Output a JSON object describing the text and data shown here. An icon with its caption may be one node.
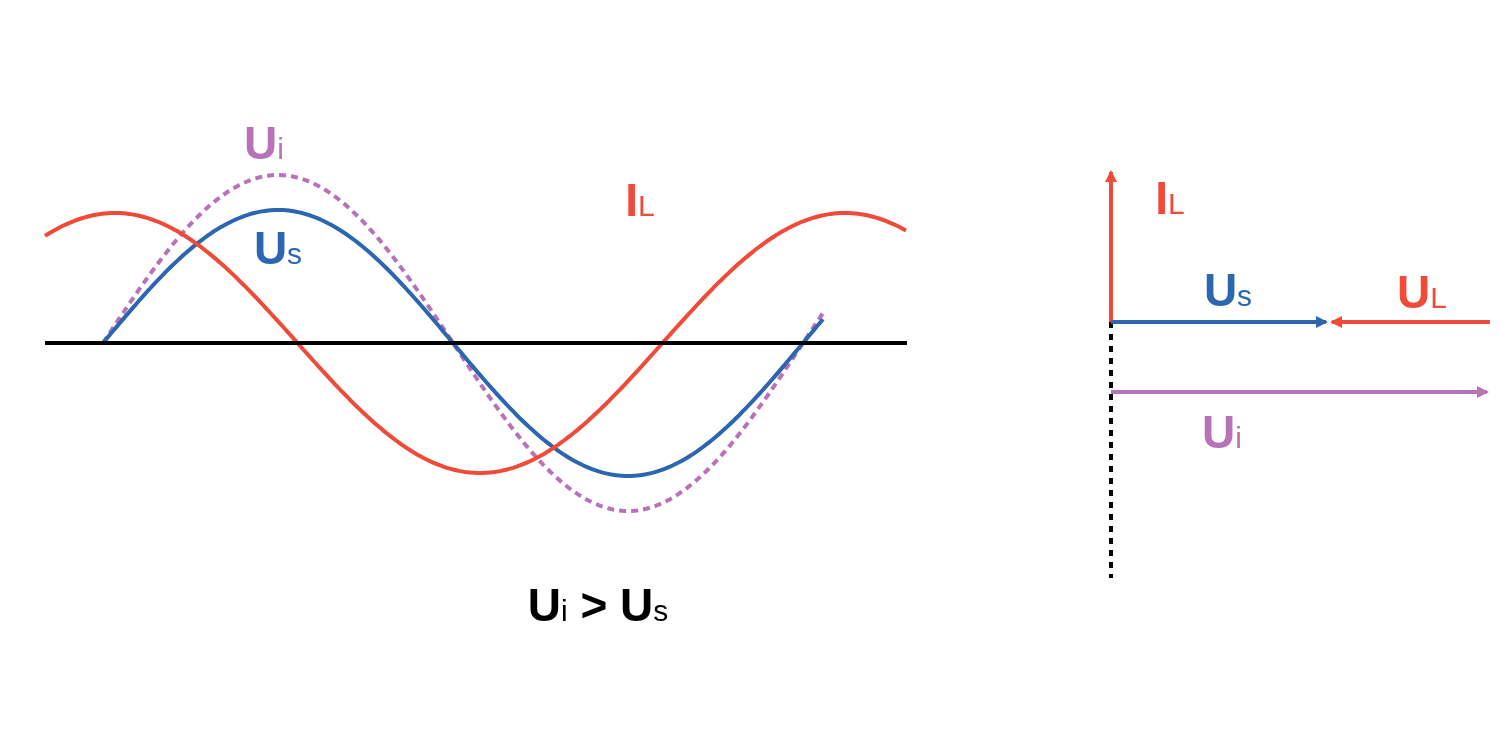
{
  "diagram": {
    "labels": [
      "U$_{i}$",
      "I$_{L}$",
      "U$_{s}$",
      "I$_{L}$",
      "U$_{s}$",
      "U$_{L}$",
      "U$_{i}$",
      "U$_{i}$ > U$_{s}$"
    ]
  }
}
